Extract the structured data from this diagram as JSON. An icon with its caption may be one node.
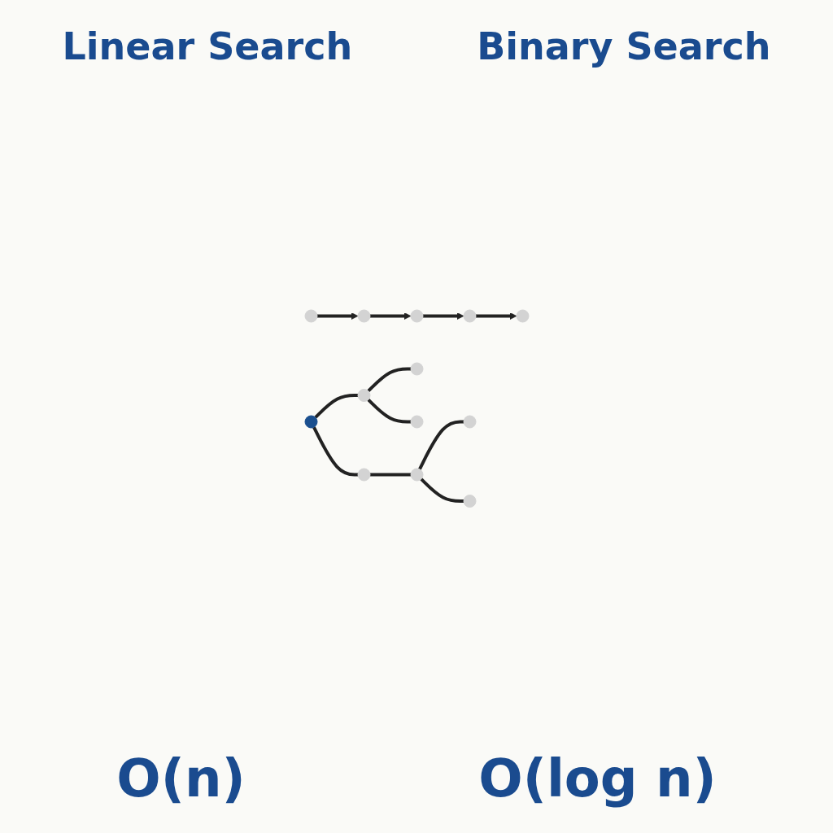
{
  "diagram": {
    "nodes": [
      {
        "text": [],
        "shape": "circle"
      },
      {
        "text": [],
        "shape": "circle"
      },
      {
        "text": [],
        "shape": "circle"
      },
      {
        "text": [],
        "shape": "circle"
      },
      {
        "text": [],
        "shape": "circle"
      },
      {
        "text": [],
        "shape": "circle"
      },
      {
        "text": [],
        "shape": "circle"
      },
      {
        "text": [],
        "shape": "circle"
      },
      {
        "text": [],
        "shape": "circle"
      },
      {
        "text": [],
        "shape": "circle"
      },
      {
        "text": [],
        "shape": "circle"
      },
      {
        "text": [],
        "shape": "circle"
      },
      {
        "text": [],
        "shape": "circle"
      }
    ],
    "edges": [
      {
        "from": 0,
        "to": 1,
        "arrow": "to"
      },
      {
        "from": 1,
        "to": 2,
        "arrow": "to"
      },
      {
        "from": 2,
        "to": 3,
        "arrow": "to"
      },
      {
        "from": 3,
        "to": 4,
        "arrow": "to"
      },
      {
        "from": 5,
        "to": 6,
        "arrow": "none"
      },
      {
        "from": 5,
        "to": 7,
        "arrow": "none"
      },
      {
        "from": 6,
        "to": 8,
        "arrow": "none"
      },
      {
        "from": 6,
        "to": 9,
        "arrow": "none"
      },
      {
        "from": 7,
        "to": 10,
        "arrow": "none"
      },
      {
        "from": 10,
        "to": 11,
        "arrow": "none"
      },
      {
        "from": 10,
        "to": 12,
        "arrow": "none"
      }
    ],
    "labels": [
      "Linear Search",
      "Binary Search",
      "O(n)",
      "O(log n)"
    ]
  }
}
